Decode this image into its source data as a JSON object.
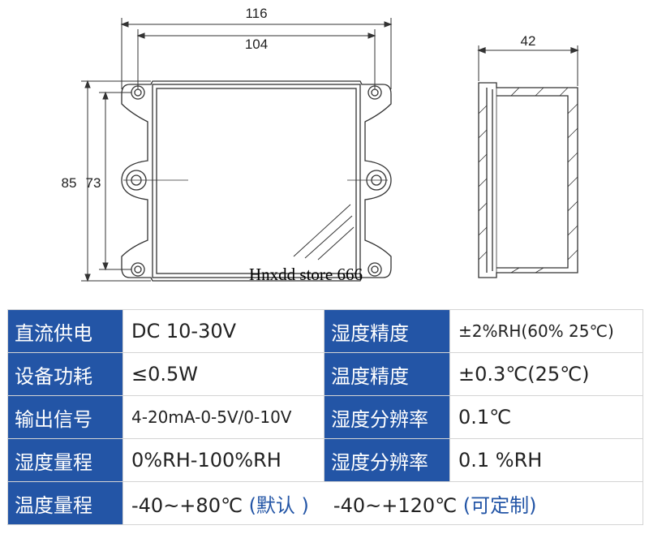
{
  "dimensions": {
    "front_outer_width": "116",
    "front_inner_width": "104",
    "front_outer_height": "85",
    "front_inner_height": "73",
    "side_depth": "42"
  },
  "watermark": "Hnxdd store 666",
  "specs": [
    {
      "label_left": "直流供电",
      "value_left": "DC 10-30V",
      "label_right": "湿度精度",
      "value_right": "±2%RH(60% 25℃)"
    },
    {
      "label_left": "设备功耗",
      "value_left": "≤0.5W",
      "label_right": "温度精度",
      "value_right": "±0.3℃(25℃)"
    },
    {
      "label_left": "输出信号",
      "value_left": "4-20mA-0-5V/0-10V",
      "label_right": "湿度分辨率",
      "value_right": "0.1℃"
    },
    {
      "label_left": "湿度量程",
      "value_left": "0%RH-100%RH",
      "label_right": "湿度分辨率",
      "value_right": "0.1 %RH"
    }
  ],
  "temp_range": {
    "label": "温度量程",
    "default_value": "-40~+80℃",
    "default_note": "(默认 )",
    "custom_value": "-40~+120℃",
    "custom_note": "(可定制)"
  },
  "colors": {
    "label_bg": "#2355a6",
    "note_text": "#2355a6",
    "line": "#333333"
  }
}
